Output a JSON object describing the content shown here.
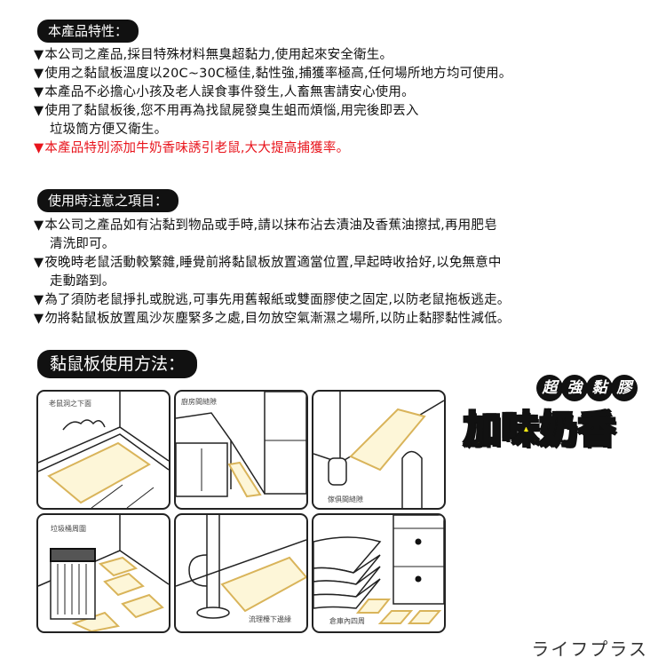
{
  "features": {
    "heading": "本產品特性：",
    "bullet_glyph": "▼",
    "items": [
      {
        "text": "本公司之產品,採目特殊材料無臭超黏力,使用起來安全衛生。"
      },
      {
        "text": "使用之黏鼠板溫度以20C~30C極佳,黏性強,捕獲率極高,任何場所地方均可使用。"
      },
      {
        "text": "本產品不必擔心小孩及老人誤食事件發生,人畜無害請安心使用。"
      },
      {
        "text": "使用了黏鼠板後,您不用再為找鼠屍發臭生蛆而煩惱,用完後即丟入",
        "cont": "垃圾筒方便又衛生。"
      },
      {
        "text": "本產品特別添加牛奶香味誘引老鼠,大大提高捕獲率。",
        "highlight_color": "#e8141c"
      }
    ]
  },
  "precautions": {
    "heading": "使用時注意之項目：",
    "items": [
      {
        "text": "本公司之產品如有沾黏到物品或手時,請以抹布沾去漬油及香蕉油擦拭,再用肥皂",
        "cont": "清洗即可。"
      },
      {
        "text": "夜晚時老鼠活動較繁雜,睡覺前將黏鼠板放置適當位置,早起時收拾好,以免無意中",
        "cont": "走動踏到。"
      },
      {
        "text": "為了須防老鼠掙扎或脫逃,可事先用舊報紙或雙面膠使之固定,以防老鼠拖板逃走。"
      },
      {
        "text": "勿將黏鼠板放置風沙灰塵緊多之處,目勿放空氣漸濕之場所,以防止黏膠黏性減低。"
      }
    ]
  },
  "usage": {
    "heading": "黏鼠板使用方法：",
    "panels": [
      {
        "label": "老鼠洞之下面"
      },
      {
        "label": "廚房間縫隙"
      },
      {
        "label": "傢俱間縫隙"
      },
      {
        "label": "垃圾桶周圍"
      },
      {
        "label": "流理檯下邊緣"
      },
      {
        "label": "倉庫內四周"
      }
    ]
  },
  "promo": {
    "badges": [
      "超",
      "強",
      "黏",
      "膠"
    ],
    "title": "加味奶香",
    "title_color": "#f5ea14"
  },
  "brand": "ライフプラス",
  "colors": {
    "board_fill": "#fdf6d8",
    "board_edge": "#d9b45a"
  }
}
